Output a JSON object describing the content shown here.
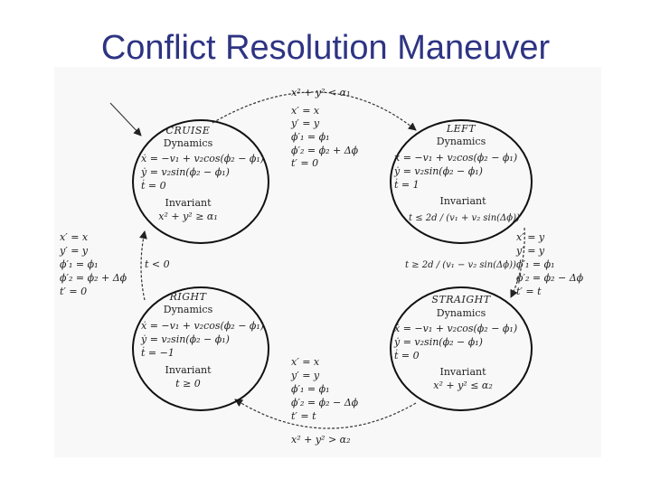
{
  "slide": {
    "title": "Conflict Resolution Maneuver"
  },
  "states": {
    "cruise": {
      "name": "CRUISE",
      "dynamics_label": "Dynamics",
      "dynamics": [
        "ẋ = −v₁ + v₂cos(ϕ₂ − ϕ₁)",
        "ẏ = v₂sin(ϕ₂ − ϕ₁)",
        "ṫ = 0"
      ],
      "invariant_label": "Invariant",
      "invariant": [
        "x² + y² ≥ α₁"
      ]
    },
    "left": {
      "name": "LEFT",
      "dynamics_label": "Dynamics",
      "dynamics": [
        "ẋ = −v₁ + v₂cos(ϕ₂ − ϕ₁)",
        "ẏ = v₂sin(ϕ₂ − ϕ₁)",
        "ṫ = 1"
      ],
      "invariant_label": "Invariant",
      "invariant": [
        "t ≤ 2d / (v₁ + v₂ sin(Δϕ))"
      ]
    },
    "right": {
      "name": "RIGHT",
      "dynamics_label": "Dynamics",
      "dynamics": [
        "ẋ = −v₁ + v₂cos(ϕ₂ − ϕ₁)",
        "ẏ = v₂sin(ϕ₂ − ϕ₁)",
        "ṫ = −1"
      ],
      "invariant_label": "Invariant",
      "invariant": [
        "t ≥ 0"
      ]
    },
    "straight": {
      "name": "STRAIGHT",
      "dynamics_label": "Dynamics",
      "dynamics": [
        "ẋ = −v₁ + v₂cos(ϕ₂ − ϕ₁)",
        "ẏ = v₂sin(ϕ₂ − ϕ₁)",
        "ṫ = 0"
      ],
      "invariant_label": "Invariant",
      "invariant": [
        "x² + y² ≤ α₂"
      ]
    }
  },
  "transitions": {
    "cruise_to_left": {
      "guard": "x² + y² < α₁",
      "reset": [
        "x′ = x",
        "y′ = y",
        "ϕ′₁ = ϕ₁",
        "ϕ′₂ = ϕ₂ + Δϕ",
        "t′ = 0"
      ]
    },
    "left_to_straight": {
      "guard": "t ≥ 2d / (v₁ − v₂ sin(Δϕ))",
      "reset": [
        "x′ = y",
        "y′ = y",
        "ϕ′₁ = ϕ₁",
        "ϕ′₂ = ϕ₂ − Δϕ",
        "t′ = t"
      ]
    },
    "straight_to_right": {
      "guard": "x² + y² > α₂",
      "reset": [
        "x′ = x",
        "y′ = y",
        "ϕ′₁ = ϕ₁",
        "ϕ′₂ = ϕ₂ − Δϕ",
        "t′ = t"
      ]
    },
    "right_to_cruise": {
      "guard": "t < 0",
      "reset": [
        "x′ = x",
        "y′ = y",
        "ϕ′₁ = ϕ₁",
        "ϕ′₂ = ϕ₂ + Δϕ",
        "t′ = 0"
      ]
    }
  }
}
